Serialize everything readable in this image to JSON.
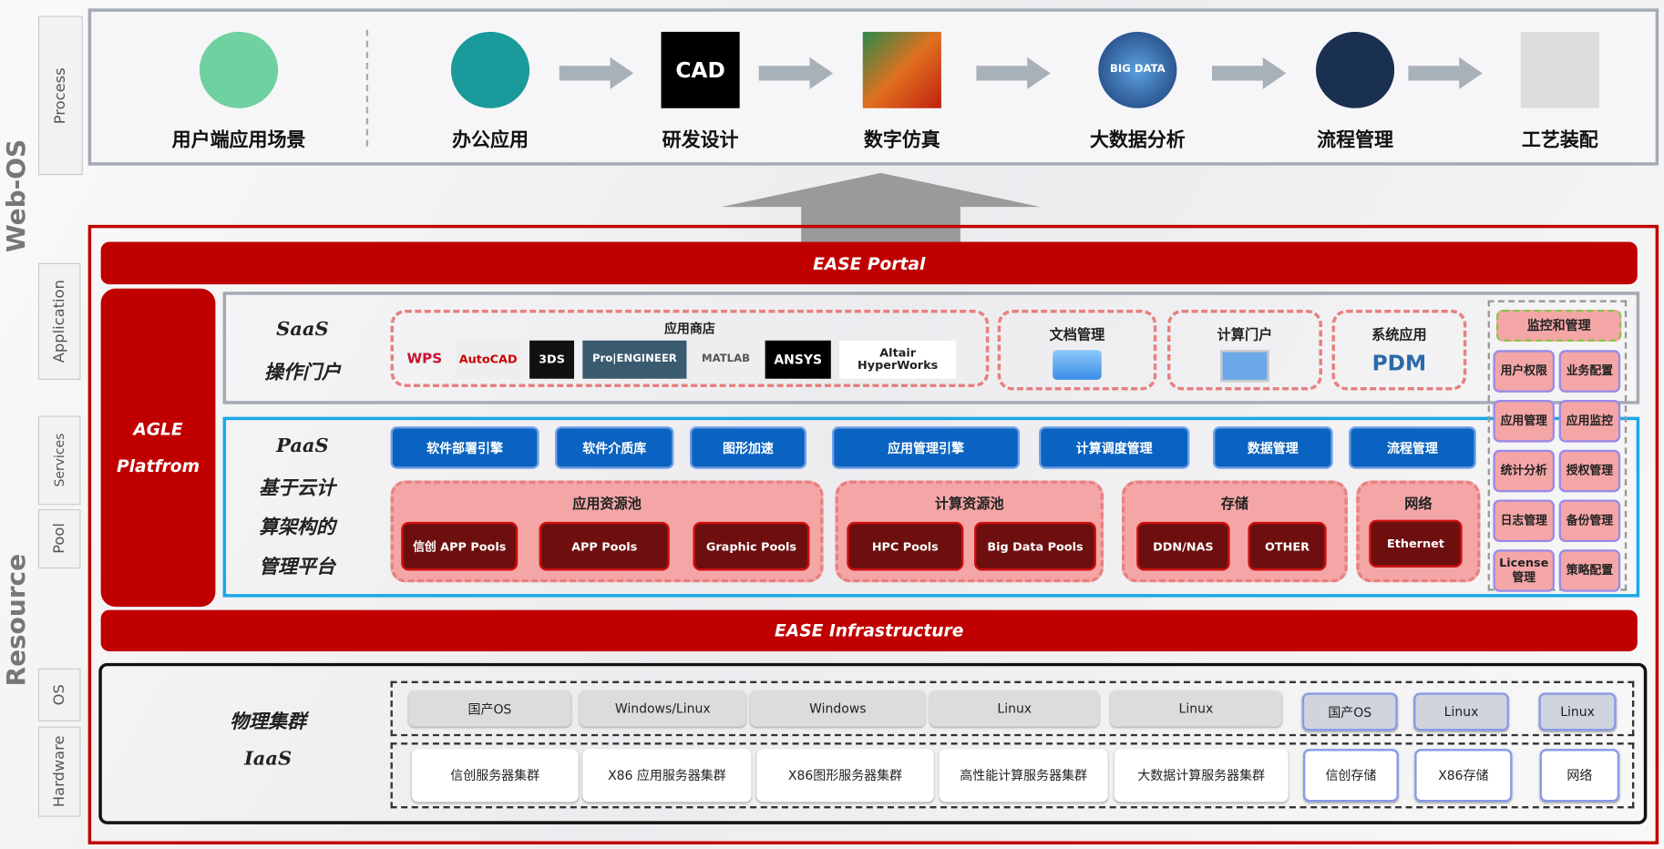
{
  "side_labels": {
    "web_os": "Web-OS",
    "process": "Process",
    "application": "Application",
    "services": "Services",
    "pool": "Pool",
    "resource": "Resource",
    "os": "OS",
    "hardware": "Hardware"
  },
  "process": [
    {
      "label": "用户端应用场景",
      "icon": "user-avatar-icon"
    },
    {
      "label": "办公应用",
      "icon": "office-notes-icon"
    },
    {
      "label": "研发设计",
      "icon": "cad-icon",
      "icon_text": "CAD"
    },
    {
      "label": "数字仿真",
      "icon": "matlab-surface-icon"
    },
    {
      "label": "大数据分析",
      "icon": "big-data-globe-icon",
      "icon_text": "BIG DATA"
    },
    {
      "label": "流程管理",
      "icon": "gear-gavel-icon"
    },
    {
      "label": "工艺装配",
      "icon": "assembly-parts-icon"
    }
  ],
  "portal": "EASE Portal",
  "platform": {
    "line1": "AGLE",
    "line2": "Platfrom"
  },
  "saas": {
    "label1": "SaaS",
    "label2": "操作门户",
    "app_store": {
      "title": "应用商店",
      "logos": [
        "WPS",
        "AutoCAD",
        "3DS",
        "Pro|ENGINEER",
        "MATLAB",
        "ANSYS",
        "Altair HyperWorks"
      ]
    },
    "doc": "文档管理",
    "compute_portal": "计算门户",
    "sys_app": {
      "title": "系统应用",
      "logo": "PDM"
    }
  },
  "paas": {
    "label1": "PaaS",
    "label2": "基于云计",
    "label3": "算架构的",
    "label4": "管理平台",
    "services": [
      "软件部署引擎",
      "软件介质库",
      "图形加速",
      "应用管理引擎",
      "计算调度管理",
      "数据管理",
      "流程管理"
    ],
    "pools": [
      {
        "title": "应用资源池",
        "items": [
          "信创 APP Pools",
          "APP Pools",
          "Graphic Pools"
        ]
      },
      {
        "title": "计算资源池",
        "items": [
          "HPC Pools",
          "Big Data Pools"
        ]
      },
      {
        "title": "存储",
        "items": [
          "DDN/NAS",
          "OTHER"
        ]
      },
      {
        "title": "网络",
        "items": [
          "Ethernet"
        ]
      }
    ]
  },
  "monitor": {
    "title": "监控和管理",
    "items": [
      "用户权限",
      "业务配置",
      "应用管理",
      "应用监控",
      "统计分析",
      "授权管理",
      "日志管理",
      "备份管理",
      "License管理",
      "策略配置"
    ]
  },
  "infrastructure": "EASE Infrastructure",
  "iaas": {
    "label1": "物理集群",
    "label2": "IaaS",
    "os": [
      "国产OS",
      "Windows/Linux",
      "Windows",
      "Linux",
      "Linux",
      "国产OS",
      "Linux",
      "Linux"
    ],
    "hardware": [
      "信创服务器集群",
      "X86 应用服务器集群",
      "X86图形服务器集群",
      "高性能计算服务器集群",
      "大数据计算服务器集群",
      "信创存储",
      "X86存储",
      "网络"
    ]
  },
  "colors": {
    "red": "#c00000",
    "blue": "#0a63c0",
    "pink": "#f4a6a6",
    "dark_red": "#6e0f0f",
    "cyan": "#1aa8e8"
  }
}
